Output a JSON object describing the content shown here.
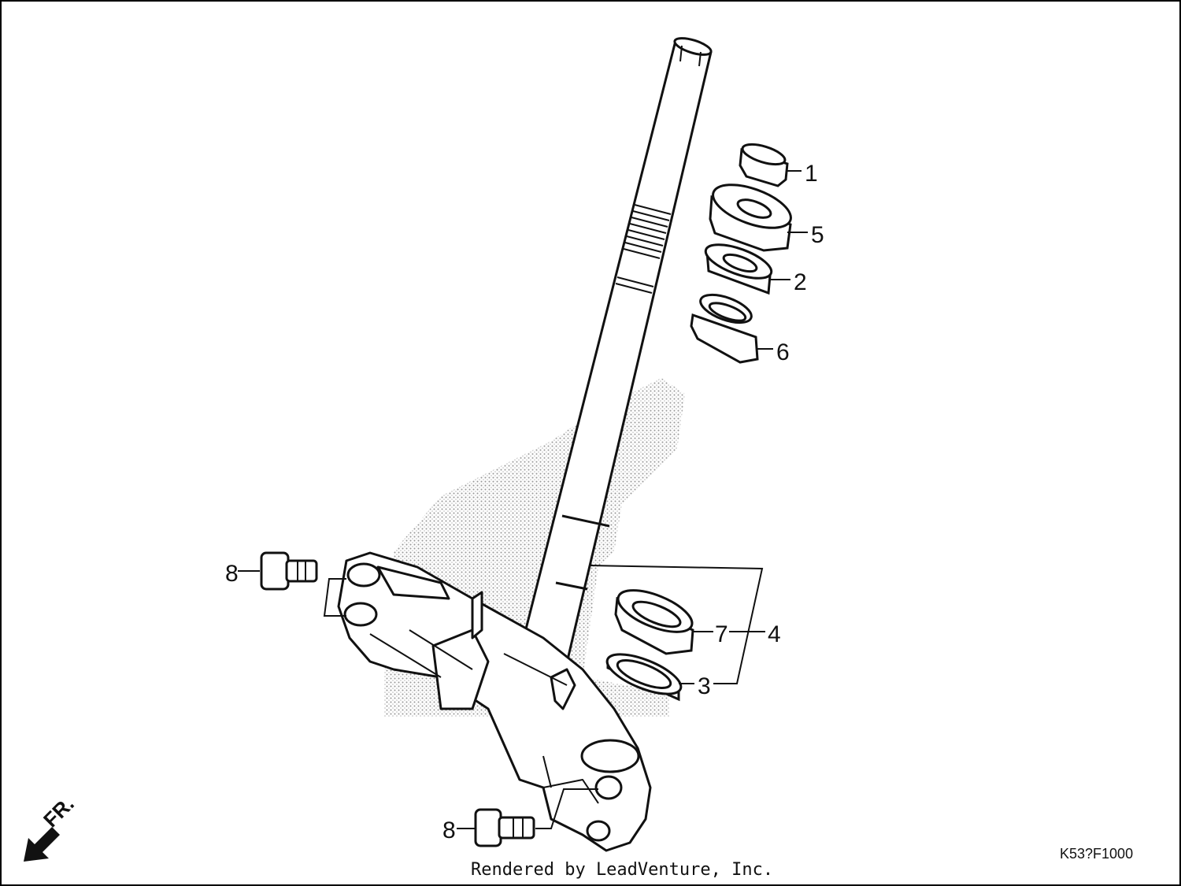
{
  "callouts": [
    {
      "id": "c1",
      "label": "1"
    },
    {
      "id": "c5",
      "label": "5"
    },
    {
      "id": "c2",
      "label": "2"
    },
    {
      "id": "c6",
      "label": "6"
    },
    {
      "id": "c7",
      "label": "7"
    },
    {
      "id": "c4",
      "label": "4"
    },
    {
      "id": "c3",
      "label": "3"
    },
    {
      "id": "c8a",
      "label": "8"
    },
    {
      "id": "c8b",
      "label": "8"
    }
  ],
  "direction_marker": {
    "label": "FR.",
    "icon": "arrow-down-left-icon"
  },
  "diagram_code": "K53?F1000",
  "credit": "Rendered by LeadVenture, Inc.",
  "colors": {
    "line": "#111111",
    "shading": "#9a9a9a",
    "background": "#ffffff"
  }
}
